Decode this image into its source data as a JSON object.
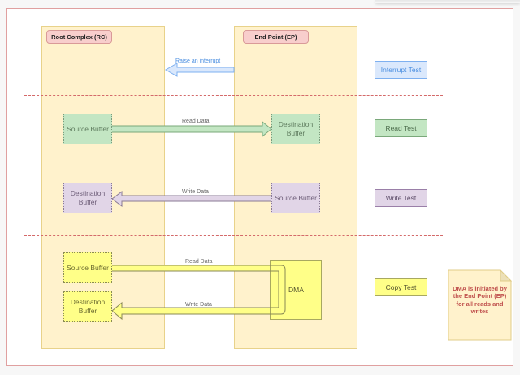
{
  "lanes": {
    "root_complex": "Root Complex (RC)",
    "end_point": "End Point (EP)"
  },
  "interrupt": {
    "arrow_label": "Raise an interrupt",
    "test_label": "Interrupt Test"
  },
  "read": {
    "source": "Source Buffer",
    "destination": "Destination Buffer",
    "arrow_label": "Read Data",
    "test_label": "Read Test"
  },
  "write": {
    "source": "Source Buffer",
    "destination": "Destination Buffer",
    "arrow_label": "Write Data",
    "test_label": "Write Test"
  },
  "copy": {
    "source": "Source Buffer",
    "destination": "Destination Buffer",
    "read_label": "Read Data",
    "write_label": "Write Data",
    "dma_label": "DMA",
    "test_label": "Copy Test"
  },
  "note": {
    "text": "DMA is initiated by the End Point (EP) for all reads and writes"
  },
  "colors": {
    "interrupt": "#dae8fc",
    "read": "#c3e6c3",
    "write": "#e1d5e7",
    "copy": "#ffff88",
    "note_text": "#c0504d",
    "separator": "#d46a6a"
  }
}
